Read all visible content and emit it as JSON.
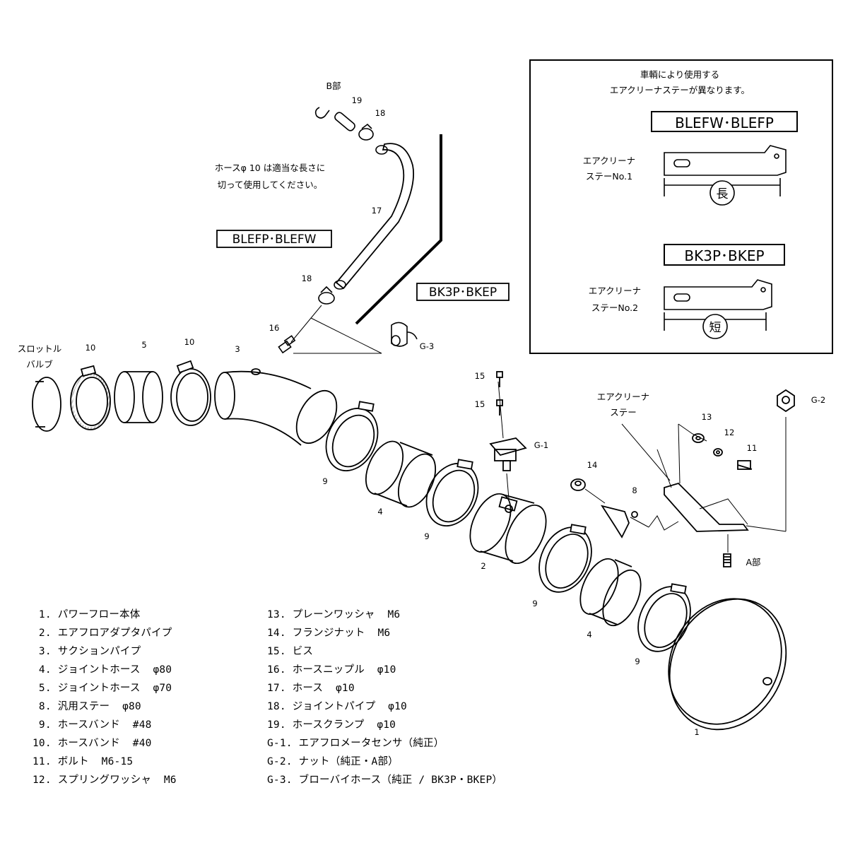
{
  "top_parts": {
    "b_label": "B部",
    "num_19": "19",
    "num_18_top": "18",
    "hose_note": [
      "ホースφ 10 は適当な長さに",
      "切って使用してください。"
    ],
    "num_17": "17",
    "model_left": "BLEFP･BLEFW",
    "model_right": "BK3P･BKEP",
    "num_18_mid": "18",
    "num_16": "16",
    "g3": "G-3"
  },
  "main_labels": {
    "throttle": [
      "スロットル",
      "バルブ"
    ],
    "n10a": "10",
    "n5": "5",
    "n10b": "10",
    "n3": "3",
    "n9a": "9",
    "n4a": "4",
    "n9b": "9",
    "n2": "2",
    "n15a": "15",
    "n15b": "15",
    "g1": "G-1",
    "n14": "14",
    "n8": "8",
    "stay": [
      "エアクリーナ",
      "ステー"
    ],
    "n13": "13",
    "n12": "12",
    "n11": "11",
    "g2": "G-2",
    "a_label": "A部",
    "n9c": "9",
    "n4b": "4",
    "n9d": "9",
    "n1": "1"
  },
  "info_box": {
    "header": [
      "車輌により使用する",
      "エアクリーナステーが異なります。"
    ],
    "model1": "BLEFW･BLEFP",
    "stay1": [
      "エアクリーナ",
      "ステーNo.1"
    ],
    "char1": "長",
    "model2": "BK3P･BKEP",
    "stay2": [
      "エアクリーナ",
      "ステーNo.2"
    ],
    "char2": "短"
  },
  "parts_list": {
    "left": [
      " 1. パワーフロー本体",
      " 2. エアフロアダプタパイプ",
      " 3. サクションパイプ",
      " 4. ジョイントホース  φ80",
      " 5. ジョイントホース  φ70",
      " 8. 汎用ステー  φ80",
      " 9. ホースバンド  #48",
      "10. ホースバンド  #40",
      "11. ボルト  M6-15",
      "12. スプリングワッシャ  M6"
    ],
    "right": [
      "13. プレーンワッシャ  M6",
      "14. フランジナット  M6",
      "15. ビス",
      "16. ホースニップル  φ10",
      "17. ホース  φ10",
      "18. ジョイントパイプ  φ10",
      "19. ホースクランプ  φ10",
      "G-1. エアフロメータセンサ（純正）",
      "G-2. ナット（純正・A部）",
      "G-3. ブローバイホース（純正 / BK3P・BKEP）"
    ]
  }
}
